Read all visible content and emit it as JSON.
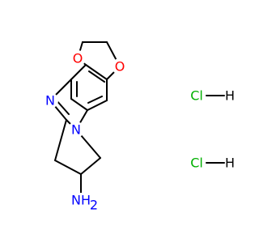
{
  "molecule": {
    "atom_labels": {
      "o_top": "O",
      "o_right": "O",
      "n_imine": "N",
      "n_ring": "N",
      "amine": "NH",
      "amine_h2": "2",
      "cl_1": "Cl",
      "h_1": "H",
      "cl_2": "Cl",
      "h_2": "H"
    },
    "colors": {
      "oxygen": "#ff0000",
      "nitrogen": "#0000ff",
      "chlorine": "#00b000",
      "bond": "#000000",
      "hydrogen": "#000000"
    }
  }
}
